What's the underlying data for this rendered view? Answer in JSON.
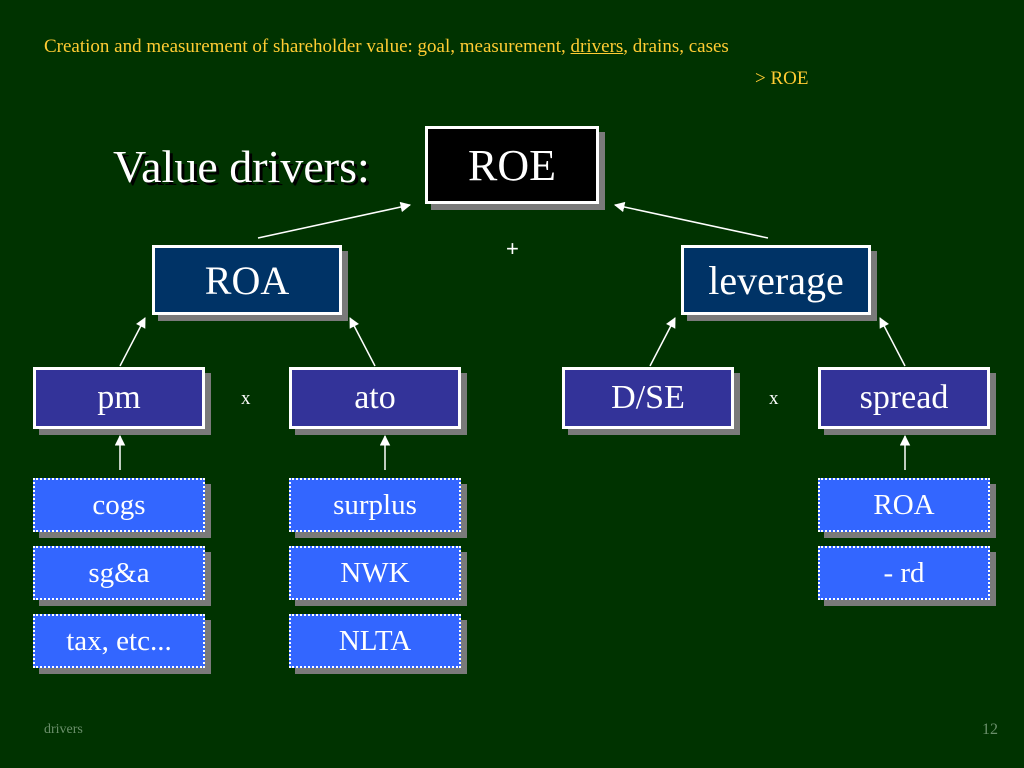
{
  "header": {
    "prefix": "Creation and measurement of shareholder value: goal, measurement, ",
    "link": "drivers",
    "suffix": ", drains, cases",
    "subline": "> ROE"
  },
  "title": "Value drivers:",
  "nodes": {
    "roe": "ROE",
    "roa": "ROA",
    "leverage": "leverage",
    "pm": "pm",
    "ato": "ato",
    "dse": "D/SE",
    "spread": "spread",
    "cogs": "cogs",
    "sga": "sg&a",
    "tax": "tax, etc...",
    "surplus": "surplus",
    "nwk": "NWK",
    "nlta": "NLTA",
    "roa2": "ROA",
    "rd": "- rd"
  },
  "operators": {
    "plus": "+",
    "times_left": "x",
    "times_right": "x"
  },
  "footer": {
    "label": "drivers",
    "page": "12"
  },
  "colors": {
    "background": "#003300",
    "header": "#ffcc33",
    "root_box": "#000000",
    "level1_box": "#003366",
    "level2_box": "#333399",
    "leaf_box": "#3366ff"
  }
}
